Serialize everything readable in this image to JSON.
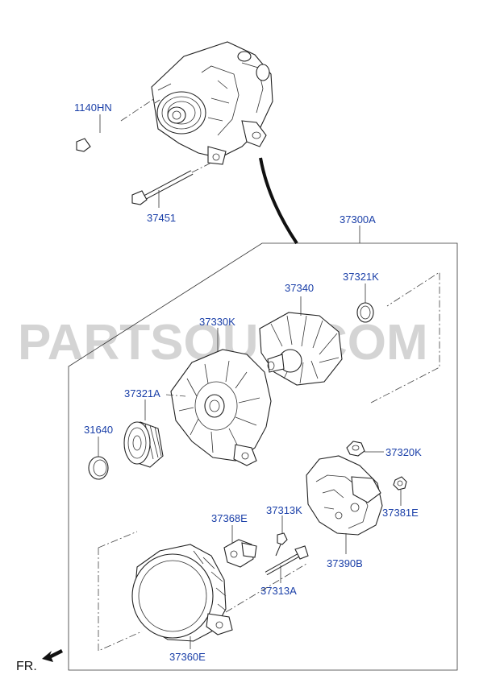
{
  "watermark": "PARTSOUQ.COM",
  "direction_label": "FR.",
  "labels": {
    "bolt_upper": "1140HN",
    "bolt_lower": "37451",
    "assembly": "37300A",
    "rotor": "37340",
    "rotor_ring": "37321K",
    "front_bracket": "37330K",
    "pulley": "37321A",
    "pulley_cap": "31640",
    "terminal_nut": "37320K",
    "small_nut": "37381E",
    "brush_holder": "37368E",
    "holder_screw": "37313K",
    "rear_cover": "37390B",
    "through_bolt": "37313A",
    "rear_bracket": "37360E"
  }
}
